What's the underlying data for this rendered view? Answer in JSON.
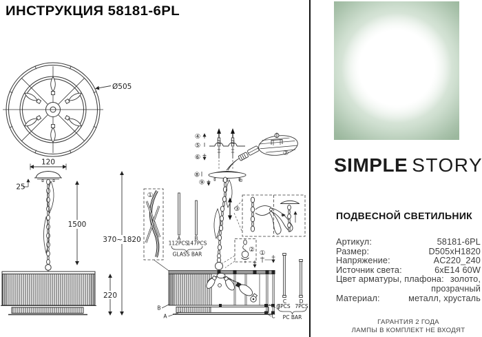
{
  "title": "ИНСТРУКЦИЯ 58181-6PL",
  "brand": {
    "logo_bold": "SIMPLE",
    "logo_light": "STORY"
  },
  "product": {
    "heading": "ПОДВЕСНОЙ СВЕТИЛЬНИК",
    "specs": [
      {
        "label": "Артикул:",
        "value": "58181-6PL"
      },
      {
        "label": "Размер:",
        "value": "D505xH1820"
      },
      {
        "label": "Напряжение:",
        "value": "AC220_240"
      },
      {
        "label": "Источник света:",
        "value": "6xE14 60W"
      },
      {
        "label": "Цвет арматуры, плафона:",
        "value": "золото,"
      },
      {
        "label": "",
        "value": "прозрачный"
      },
      {
        "label": "Материал:",
        "value": "металл, хрусталь"
      }
    ],
    "footer_line1": "ГАРАНТИЯ 2 ГОДА",
    "footer_line2": "ЛАМПЫ В КОМПЛЕКТ НЕ ВХОДЯТ"
  },
  "drawing": {
    "dims": {
      "diameter": "Ø505",
      "canopy_width": "120",
      "canopy_height": "25",
      "chain_length": "1500",
      "total_height": "370~1820",
      "shade_height": "220"
    },
    "callouts": {
      "n1": "①",
      "n2": "②",
      "n3": "③",
      "n4": "④",
      "n5": "⑤",
      "n6": "⑥",
      "n7": "⑦",
      "n8": "⑧",
      "n9": "⑨"
    },
    "glass_bar": {
      "a": "A",
      "a_qty": "112PCS",
      "b": "B",
      "b_qty": "147PCS",
      "title": "GLASS BAR"
    },
    "pc_bar": {
      "c": "C",
      "c_qty": "7PCS",
      "d": "D",
      "d_qty": "7PCS",
      "title": "PC BAR"
    },
    "drum_labels": {
      "a": "A",
      "b": "B",
      "c": "C",
      "d": "D"
    }
  },
  "colors": {
    "accent_green": "#9cb89e",
    "line": "#333333",
    "text": "#3d3d3d"
  }
}
